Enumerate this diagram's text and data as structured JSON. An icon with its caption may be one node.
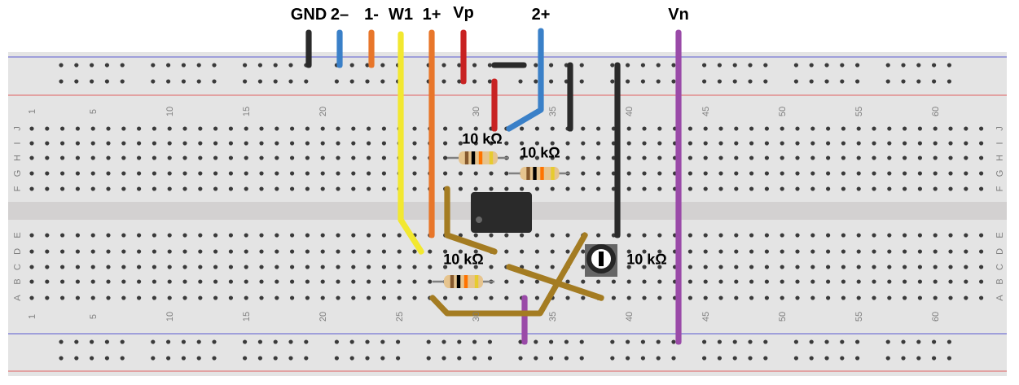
{
  "diagram": {
    "labels": [
      "GND",
      "2–",
      "1-",
      "W1",
      "1+",
      "Vp",
      "2+",
      "Vn",
      "1",
      "5",
      "10",
      "15",
      "20",
      "30",
      "35",
      "40",
      "45",
      "50",
      "55",
      "60",
      "J",
      "I",
      "H",
      "G",
      "F",
      "E",
      "D",
      "C",
      "B",
      "A",
      "J",
      "I",
      "H",
      "G",
      "F",
      "E",
      "D",
      "C",
      "B",
      "A",
      "10 kΩ",
      "10 kΩ",
      "10 kΩ",
      "10 kΩ",
      "1",
      "5",
      "10",
      "15",
      "20",
      "25",
      "30",
      "35",
      "40",
      "45",
      "50",
      "55",
      "60"
    ]
  }
}
